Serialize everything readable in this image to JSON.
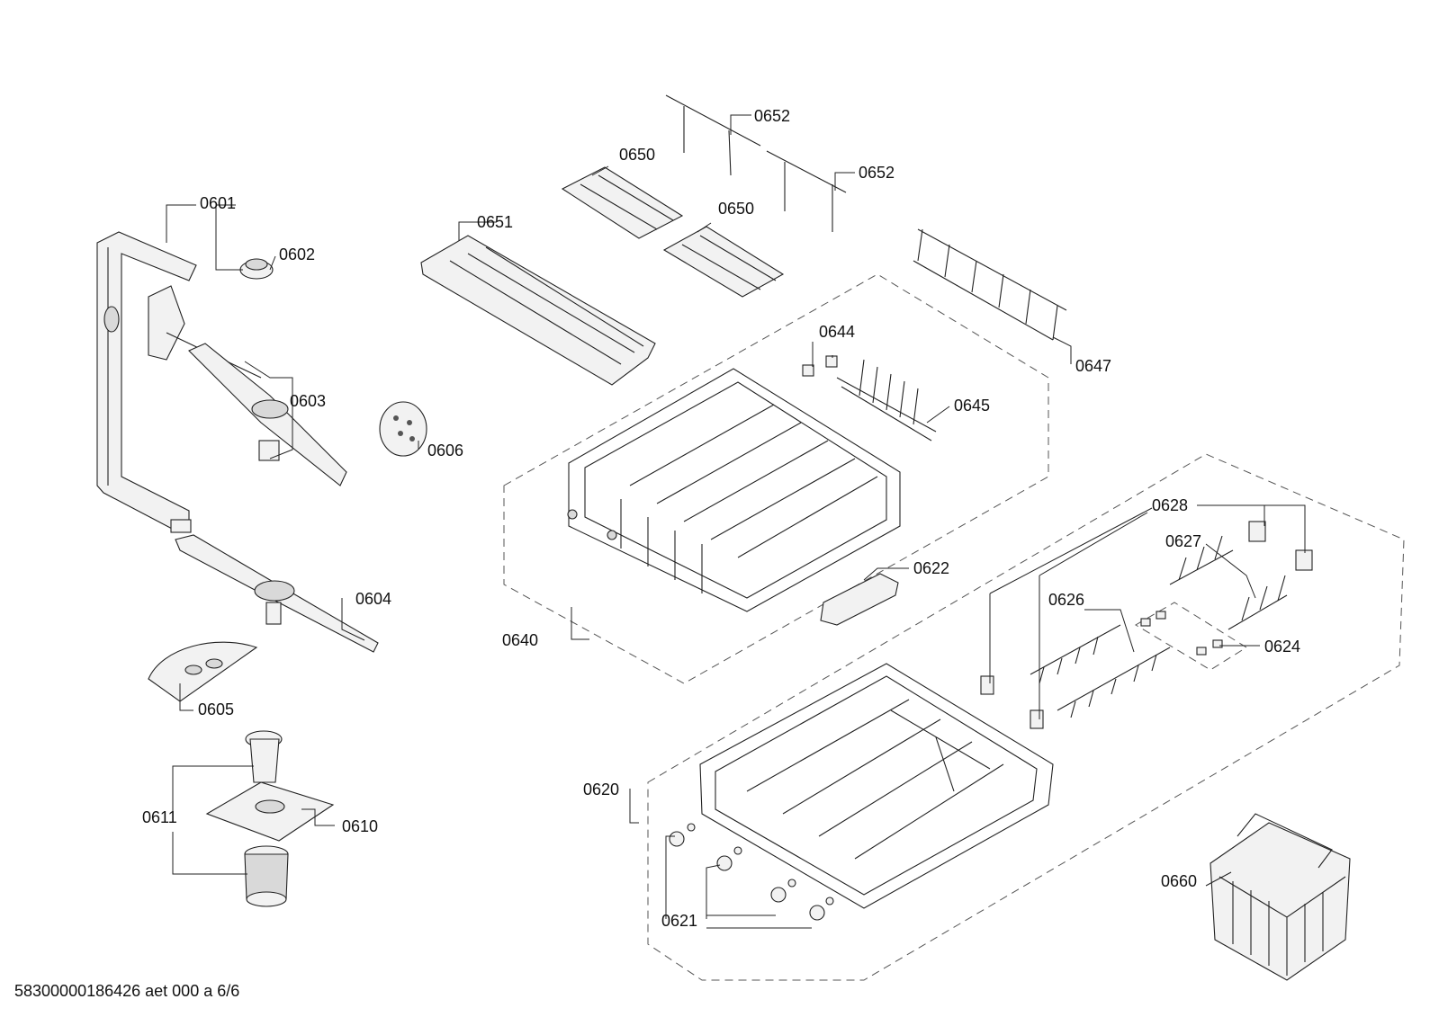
{
  "diagram": {
    "labels": {
      "p0601": "0601",
      "p0602": "0602",
      "p0603": "0603",
      "p0604": "0604",
      "p0605": "0605",
      "p0606": "0606",
      "p0610": "0610",
      "p0611": "0611",
      "p0620": "0620",
      "p0621": "0621",
      "p0622": "0622",
      "p0624": "0624",
      "p0626": "0626",
      "p0627": "0627",
      "p0628": "0628",
      "p0640": "0640",
      "p0644": "0644",
      "p0645": "0645",
      "p0647": "0647",
      "p0650a": "0650",
      "p0650b": "0650",
      "p0651": "0651",
      "p0652a": "0652",
      "p0652b": "0652",
      "p0660": "0660"
    }
  },
  "footer": {
    "doc_id": "58300000186426 aet 000 a 6/6"
  }
}
